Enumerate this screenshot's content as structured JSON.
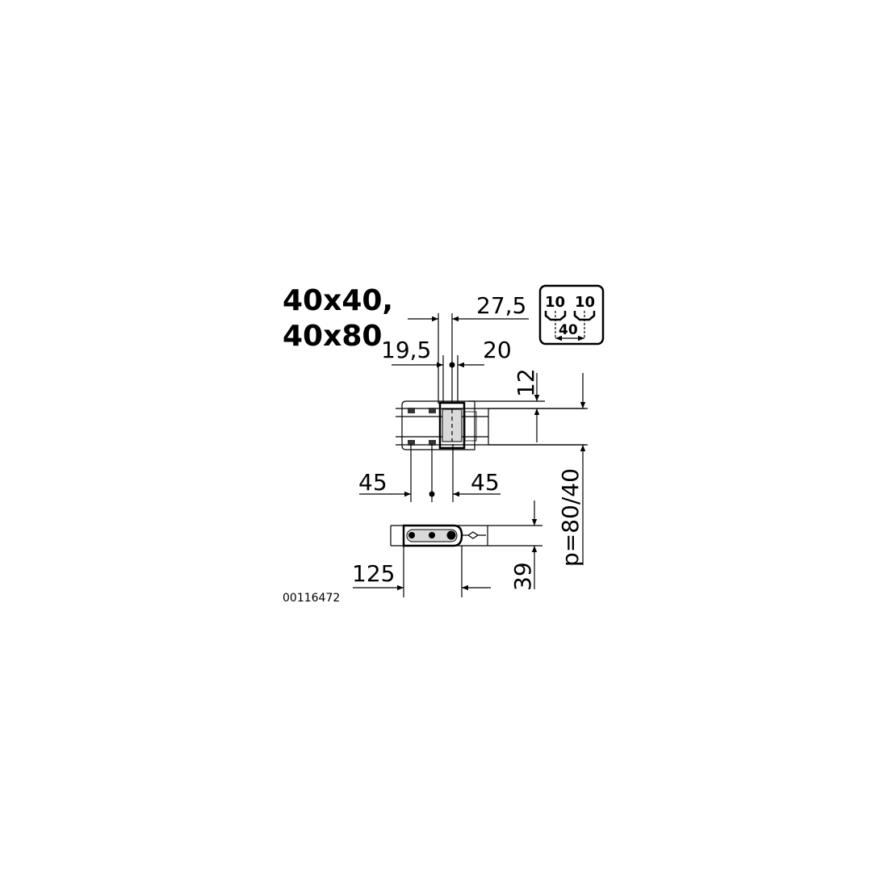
{
  "title": {
    "line1": "40x40,",
    "line2": "40x80"
  },
  "icon": {
    "left": "10",
    "right": "10",
    "bottom": "40"
  },
  "dimensions": {
    "d1": "27,5",
    "d2": "19,5",
    "d3": "20",
    "d4": "12",
    "d5": "45",
    "d6": "45",
    "d7": "p=80/40",
    "d8": "125",
    "d9": "39"
  },
  "drawing_number": "00116472",
  "colors": {
    "line": "#000000",
    "fill": "#d9d9d9"
  }
}
